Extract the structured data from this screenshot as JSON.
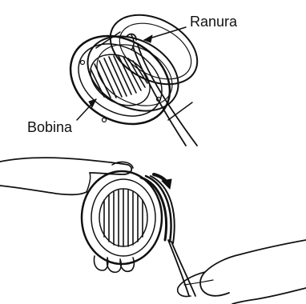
{
  "figure": {
    "labels": {
      "groove": "Ranura",
      "spool": "Bobina"
    },
    "colors": {
      "ink": "#111111",
      "paper": "#ffffff"
    },
    "panels": [
      {
        "name": "spool-with-groove",
        "icon": "trimmer-spool"
      },
      {
        "name": "winding-line",
        "icon": "hands-winding-spool"
      }
    ]
  }
}
